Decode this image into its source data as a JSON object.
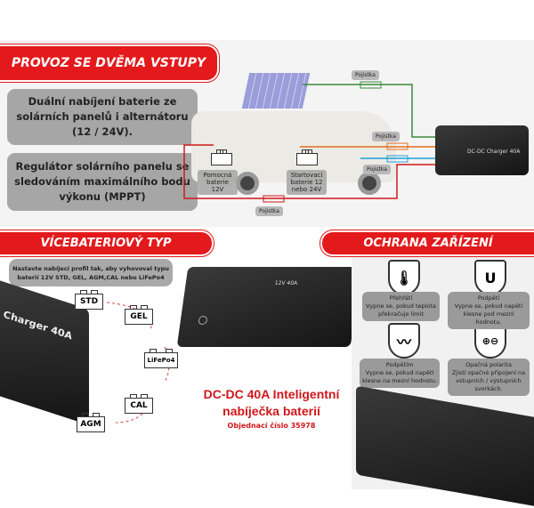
{
  "top": {
    "banner": "PROVOZ SE DVĚMA VSTUPY",
    "features": [
      "Duální nabíjení baterie ze solárních panelů i alternátoru (12 / 24V).",
      "Regulátor solárního panelu se sledováním maximálního bodu výkonu (MPPT)"
    ],
    "diagram": {
      "fuse_label": "Pojistka",
      "aux_battery": "Pomocná baterie 12V",
      "start_battery": "Startovací baterie 12 nebo 24V",
      "device_label": "DC-DC Charger 40A"
    }
  },
  "multi": {
    "banner": "VÍCEBATERIOVÝ TYP",
    "note": "Nastavte nabíjecí profil tak, aby vyhovoval typu baterií 12V STD, GEL, AGM,CAL nebo LiFePo4",
    "types": [
      "STD",
      "GEL",
      "LiFePo4",
      "CAL",
      "AGM"
    ],
    "device_label": "Charger 40A"
  },
  "center": {
    "title_line1": "DC-DC 40A Inteligentní",
    "title_line2": "nabíječka baterií",
    "order": "Objednací číslo 35978",
    "device_label": "12V 40A"
  },
  "protection": {
    "banner": "OCHRANA ZAŘÍZENÍ",
    "items": [
      {
        "title": "Přehřátí",
        "text": "Vypne se, pokud teplota překračuje limit",
        "icon": "thermometer-icon"
      },
      {
        "title": "Podpětí",
        "text": "Vypne se, pokud napětí klesne pod mezní hodnotu.",
        "icon": "undervoltage-icon"
      },
      {
        "title": "Podpětím",
        "text": "Vypne se, pokud napětí klesne na mezní hodnotu.",
        "icon": "pulse-icon"
      },
      {
        "title": "Opačná polarita",
        "text": "Zjistí opačné připojení na vstupních / výstupních svorkách.",
        "icon": "polarity-icon"
      }
    ]
  },
  "colors": {
    "red": "#e3191b",
    "gray": "#a6a6a6"
  }
}
